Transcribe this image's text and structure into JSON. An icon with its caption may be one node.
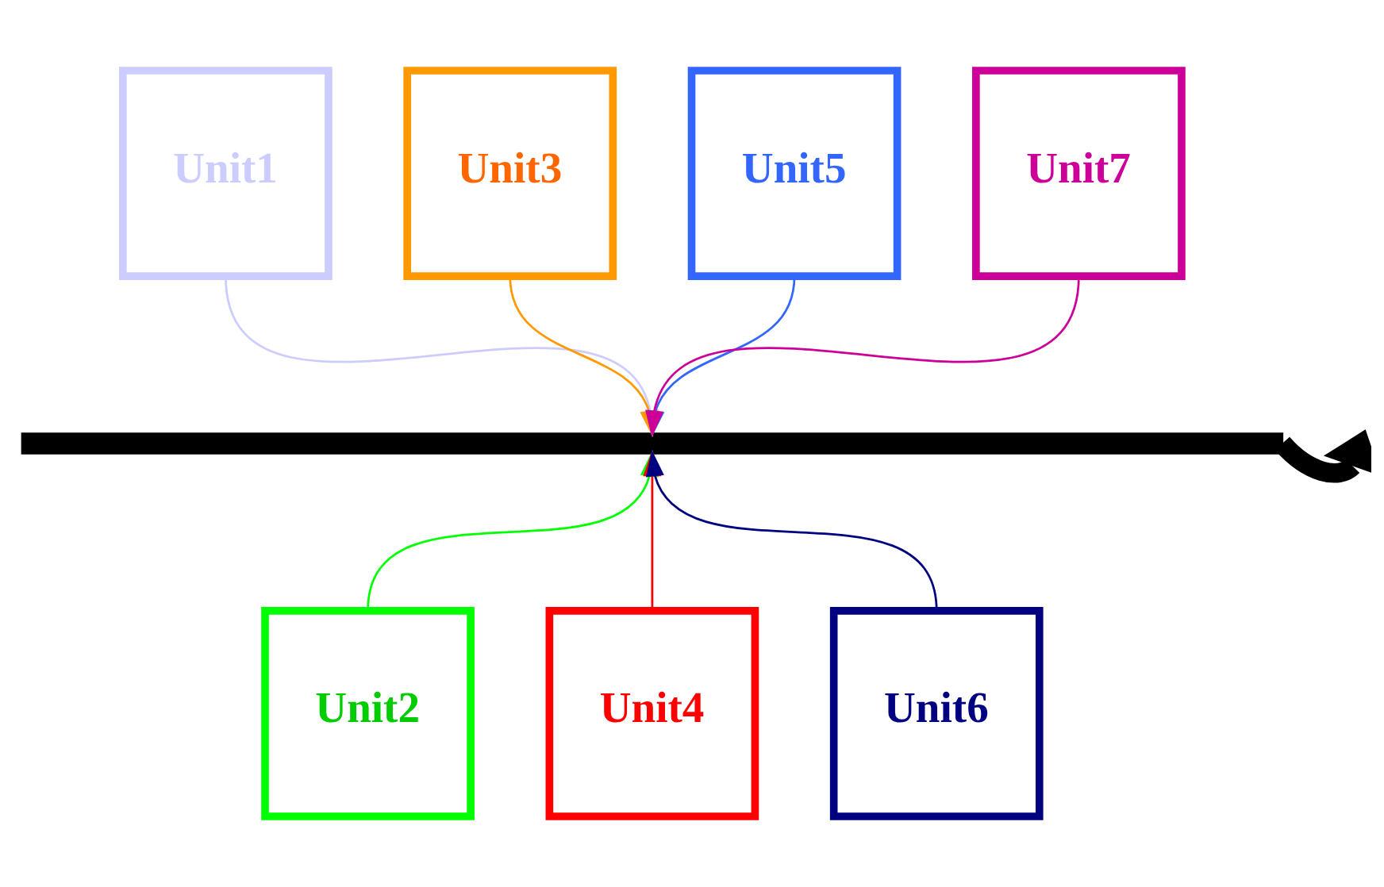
{
  "diagram": {
    "nodes": [
      {
        "text": [
          "Unit1"
        ]
      },
      {
        "text": [
          "Unit3"
        ]
      },
      {
        "text": [
          "Unit5"
        ]
      },
      {
        "text": [
          "Unit7"
        ]
      },
      {
        "text": [],
        "shape": "bar"
      },
      {
        "text": [
          "Unit2"
        ]
      },
      {
        "text": [
          "Unit4"
        ]
      },
      {
        "text": [
          "Unit6"
        ]
      }
    ],
    "edges": [
      {
        "from": 0,
        "to": 4,
        "arrow": "to",
        "color": "#ccccff"
      },
      {
        "from": 5,
        "to": 4,
        "arrow": "to",
        "color": "#00ff00"
      },
      {
        "from": 1,
        "to": 4,
        "arrow": "to",
        "color": "#ff9900"
      },
      {
        "from": 6,
        "to": 4,
        "arrow": "to",
        "color": "#ff0000"
      },
      {
        "from": 2,
        "to": 4,
        "arrow": "to",
        "color": "#3366ff"
      },
      {
        "from": 7,
        "to": 4,
        "arrow": "to",
        "color": "#000080"
      },
      {
        "from": 3,
        "to": 4,
        "arrow": "to",
        "color": "#cc0099"
      },
      {
        "from": 4,
        "to": null,
        "arrow": "to",
        "style": "thick",
        "color": "#000000"
      }
    ]
  }
}
